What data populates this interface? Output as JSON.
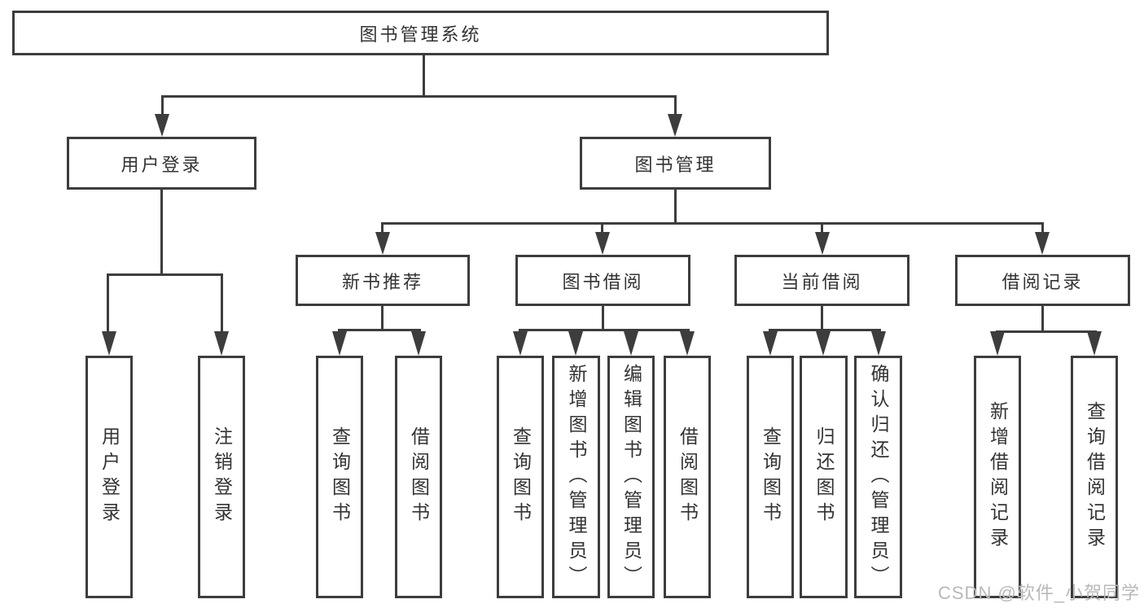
{
  "diagram": {
    "title_node": {
      "label": "图书管理系统"
    },
    "level1": [
      {
        "id": "user-login",
        "label": "用户登录"
      },
      {
        "id": "book-management",
        "label": "图书管理"
      }
    ],
    "level2": [
      {
        "id": "new-book-recommend",
        "label": "新书推荐"
      },
      {
        "id": "book-borrowing",
        "label": "图书借阅"
      },
      {
        "id": "current-borrowing",
        "label": "当前借阅"
      },
      {
        "id": "borrowing-records",
        "label": "借阅记录"
      }
    ],
    "leaves": [
      {
        "id": "user-login",
        "label": "用户登录"
      },
      {
        "id": "logout",
        "label": "注销登录"
      },
      {
        "id": "query-books-1",
        "label": "查询图书"
      },
      {
        "id": "borrow-books-1",
        "label": "借阅图书"
      },
      {
        "id": "query-books-2",
        "label": "查询图书"
      },
      {
        "id": "add-books-admin",
        "label": "新增图书（管理员）"
      },
      {
        "id": "edit-books-admin",
        "label": "编辑图书（管理员）"
      },
      {
        "id": "borrow-books-2",
        "label": "借阅图书"
      },
      {
        "id": "query-books-3",
        "label": "查询图书"
      },
      {
        "id": "return-books",
        "label": "归还图书"
      },
      {
        "id": "confirm-return-admin",
        "label": "确认归还（管理员）"
      },
      {
        "id": "add-borrow-record",
        "label": "新增借阅记录"
      },
      {
        "id": "query-borrow-record",
        "label": "查询借阅记录"
      }
    ]
  },
  "watermark": {
    "text": "CSDN @软件_小贺同学"
  },
  "colors": {
    "line": "#3d3d3d",
    "text": "#333333",
    "watermark": "#b9b9b9",
    "background": "#ffffff"
  }
}
